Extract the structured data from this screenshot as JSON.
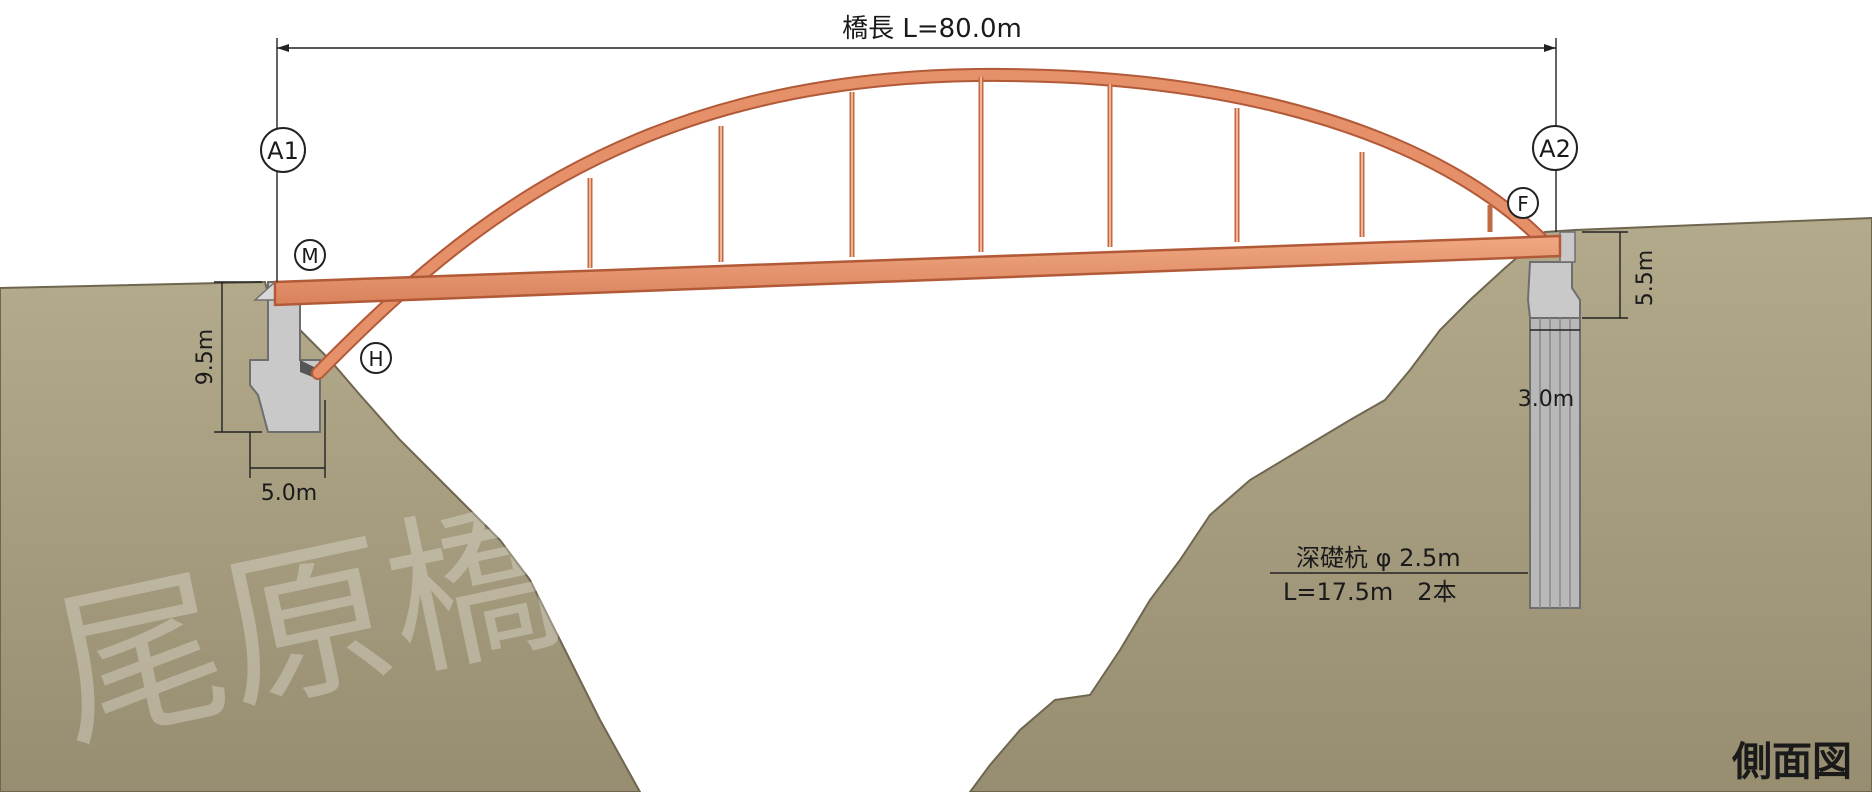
{
  "title": "側面図",
  "span_label": "橋長 L=80.0m",
  "supports": {
    "a1": "A1",
    "a2": "A2"
  },
  "bearings": {
    "m": "M",
    "h": "H",
    "f": "F"
  },
  "dimensions": {
    "a1_height": "9.5m",
    "a1_width": "5.0m",
    "a2_height": "5.5m",
    "a2_width": "3.0m"
  },
  "foundation": {
    "line1": "深礎杭 φ 2.5m",
    "line2": "L=17.5m　2本"
  },
  "watermark": "尾原橋",
  "colors": {
    "ground": "#a89e80",
    "ground_dark": "#8c8266",
    "girder": "#e6906a",
    "girder_edge": "#b25a38",
    "concrete": "#c8c8c8",
    "concrete_edge": "#6e6e6e"
  }
}
